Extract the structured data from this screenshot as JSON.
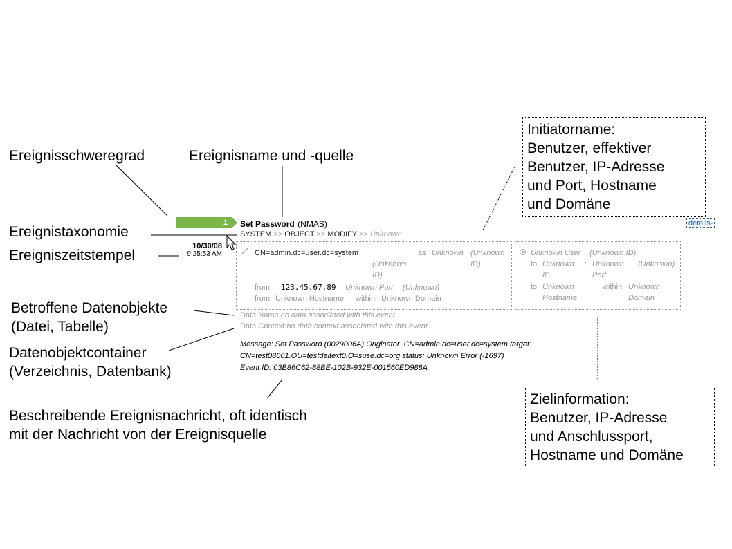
{
  "callouts": {
    "severity": "Ereignisschweregrad",
    "event_name": "Ereignisname und -quelle",
    "taxonomy": "Ereignistaxonomie",
    "timestamp": "Ereigniszeitstempel",
    "affected_data_line1": "Betroffene Datenobjekte",
    "affected_data_line2": "(Datei, Tabelle)",
    "container_line1": "Datenobjektcontainer",
    "container_line2": "(Verzeichnis, Datenbank)",
    "message_line1": "Beschreibende Ereignisnachricht, oft identisch",
    "message_line2": "mit der Nachricht von der Ereignisquelle",
    "initiator": [
      "Initiatorname:",
      "Benutzer, effektiver",
      "Benutzer, IP-Adresse",
      "und Port, Hostname",
      "und Domäne"
    ],
    "target": [
      "Zielinformation:",
      "Benutzer, IP-Adresse",
      "und Anschlussport,",
      "Hostname und Domäne"
    ]
  },
  "event": {
    "severity": "1",
    "title": "Set Password",
    "source": "(NMAS)",
    "taxonomy": [
      "SYSTEM",
      "OBJECT",
      "MODIFY",
      "Unknown"
    ],
    "taxonomy_sep": ">>",
    "date": "10/30/08",
    "time": "9:25:53 AM",
    "details_link": "details-",
    "initiator": {
      "name": "CN=admin.dc=user.dc=system",
      "as_label": "as",
      "as_value": "Unknown",
      "as_id_1": "(Unknown",
      "as_id_1b": "ID)",
      "as_id_2": "(Unknown",
      "as_id_2b": "ID)",
      "from_label": "from",
      "ip": "123.45.67.89",
      "port": "Unknown Port",
      "port_id": "(Unknown)",
      "host_from_label": "from",
      "hostname": "Unknown Hostname",
      "within_label": "within",
      "domain": "Unknown Domain"
    },
    "target": {
      "user": "Unknown User",
      "user_id": "(Unknown ID)",
      "to_label": "to",
      "ip_1": "Unknown",
      "ip_2": "IP",
      "colon": ":",
      "port_1": "Unknown",
      "port_2": "Port",
      "port_id": "(Unknown)",
      "to2_label": "to",
      "host_1": "Unknown",
      "host_2": "Hostname",
      "within_label": "within",
      "domain_1": "Unknown",
      "domain_2": "Domain"
    },
    "data_name_label": "Data Name:",
    "data_name_value": "no data associated with this event",
    "data_context_label": "Data Context:",
    "data_context_value": "no data context associated with this event.",
    "message_1": "Message: Set Password (0029006A) Originator: CN=admin.dc=user.dc=system target:",
    "message_2": "CN=test08001.OU=testdeltext0.O=suse.dc=org status: Unknown Error (-1697)",
    "event_id": "Event ID: 03B86C62-88BE-102B-932E-001560ED988A"
  }
}
